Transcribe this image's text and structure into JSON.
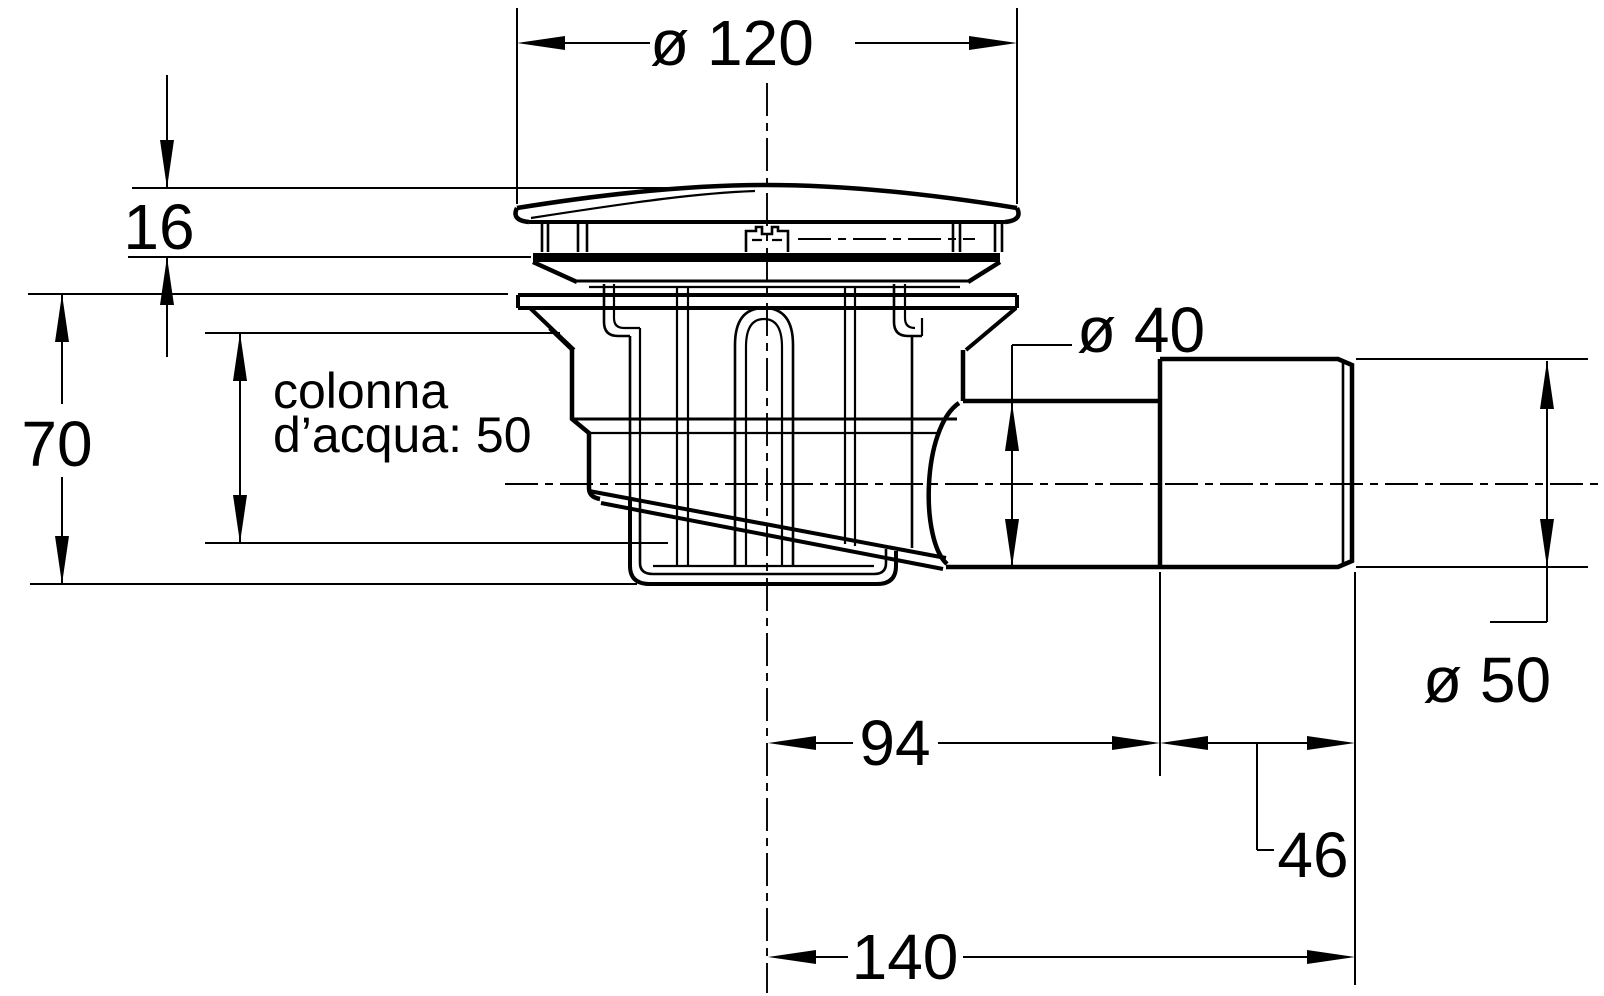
{
  "drawing": {
    "type": "technical cross-section drawing",
    "subject": "shower drain trap with horizontal outlet",
    "units": "mm",
    "colors": {
      "line": "#000000",
      "background": "#ffffff"
    },
    "dimensions": {
      "top_diameter": {
        "label": "ø 120",
        "meaning": "cover / flange diameter"
      },
      "cap_height": {
        "label": "16",
        "meaning": "cover height above tray"
      },
      "body_height": {
        "label": "70",
        "meaning": "total trap depth"
      },
      "water_column": {
        "label_line1": "colonna",
        "label_line2": "d’acqua: 50",
        "meaning": "water seal column height 50"
      },
      "outlet_diameter": {
        "label": "ø 40",
        "meaning": "outlet pipe diameter"
      },
      "sleeve_diameter": {
        "label": "ø 50",
        "meaning": "outlet sleeve diameter"
      },
      "outlet_length": {
        "label": "94",
        "meaning": "centerline to sleeve start"
      },
      "sleeve_length": {
        "label": "46",
        "meaning": "sleeve length"
      },
      "total_length": {
        "label": "140",
        "meaning": "centerline to pipe end"
      }
    }
  }
}
